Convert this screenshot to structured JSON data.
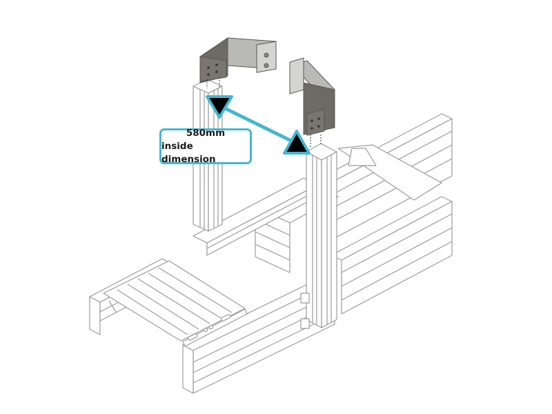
{
  "diagram": {
    "type": "isometric assembly illustration",
    "subject": "aluminium profile cockpit frame with two seat/wheel mount brackets",
    "annotation": {
      "line1": "580mm",
      "line2": "inside dimension"
    },
    "colors": {
      "accent": "#45b6d2",
      "arrowhead": "#000000",
      "frame_line": "#9a9a9a",
      "frame_fill": "#ffffff",
      "bracket_fill": "#6e6a64",
      "bracket_light": "#b9b9b6",
      "background": "#ffffff"
    },
    "components": [
      {
        "name": "left-upright"
      },
      {
        "name": "right-upright"
      },
      {
        "name": "left-bracket"
      },
      {
        "name": "right-bracket"
      },
      {
        "name": "base-frame"
      },
      {
        "name": "pedal-plate"
      }
    ]
  }
}
